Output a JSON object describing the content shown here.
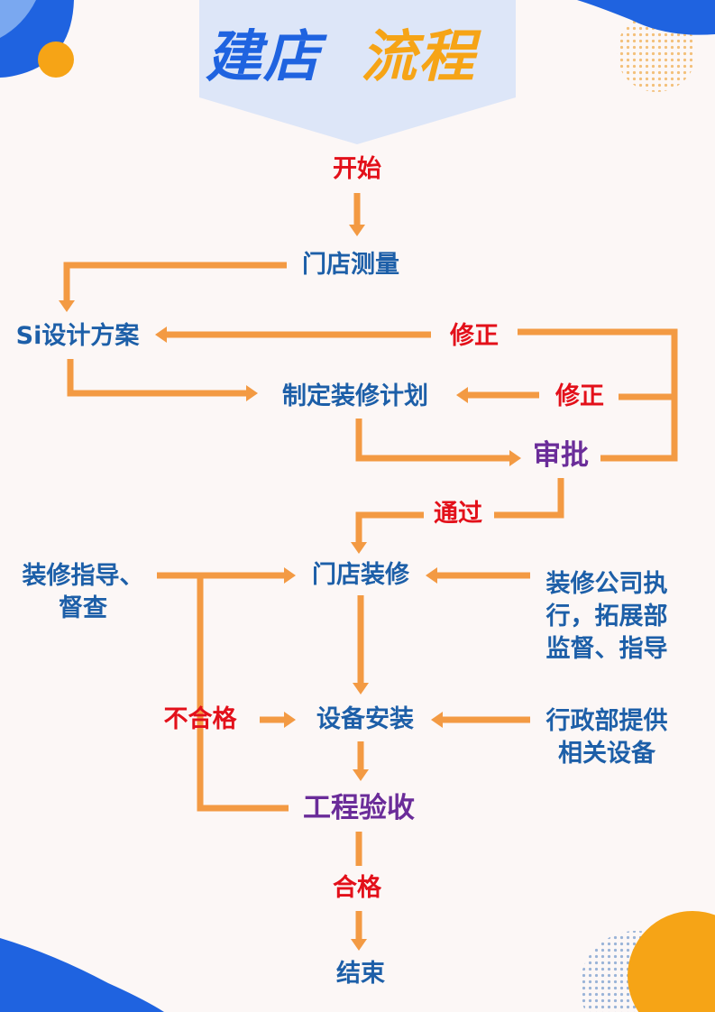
{
  "title": {
    "part1": "建店",
    "part2": "流程"
  },
  "colors": {
    "arrow": "#f39a43",
    "blue_text": "#1d5fa8",
    "red_text": "#e3101a",
    "purple_text": "#6a2c99",
    "title_blue": "#1f63e0",
    "title_orange": "#f6a416"
  },
  "nodes": {
    "start": "开始",
    "measure": "门店测量",
    "design": "Si设计方案",
    "revise1": "修正",
    "plan": "制定装修计划",
    "revise2": "修正",
    "approve": "审批",
    "pass": "通过",
    "guide_line1": "装修指导、",
    "guide_line2": "督查",
    "renovate": "门店装修",
    "exec_line1": "装修公司执",
    "exec_line2": "行，拓展部",
    "exec_line3": "监督、指导",
    "fail": "不合格",
    "install": "设备安装",
    "supply_line1": "行政部提供",
    "supply_line2": "相关设备",
    "accept": "工程验收",
    "qualified": "合格",
    "end": "结束"
  }
}
